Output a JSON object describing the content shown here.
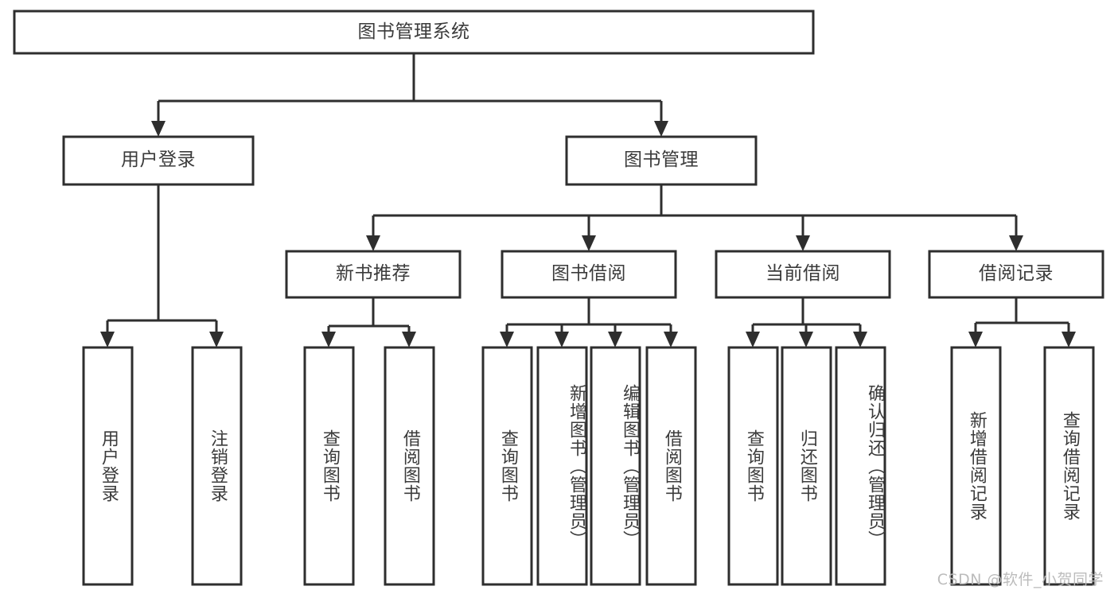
{
  "diagram": {
    "type": "tree",
    "title": "图书管理系统",
    "root": {
      "id": "root",
      "label": "图书管理系统",
      "orientation": "horizontal"
    },
    "level2": [
      {
        "id": "user-login",
        "label": "用户登录",
        "orientation": "horizontal"
      },
      {
        "id": "book-manage",
        "label": "图书管理",
        "orientation": "horizontal"
      }
    ],
    "level3": [
      {
        "id": "new-book-recommend",
        "label": "新书推荐",
        "orientation": "horizontal"
      },
      {
        "id": "book-borrow",
        "label": "图书借阅",
        "orientation": "horizontal"
      },
      {
        "id": "current-borrow",
        "label": "当前借阅",
        "orientation": "horizontal"
      },
      {
        "id": "borrow-record",
        "label": "借阅记录",
        "orientation": "horizontal"
      }
    ],
    "leaves": [
      {
        "id": "leaf-user-login",
        "label": "用户登录",
        "parent": "user-login",
        "orientation": "vertical"
      },
      {
        "id": "leaf-user-logout",
        "label": "注销登录",
        "parent": "user-login",
        "orientation": "vertical"
      },
      {
        "id": "leaf-query-book-1",
        "label": "查询图书",
        "parent": "new-book-recommend",
        "orientation": "vertical"
      },
      {
        "id": "leaf-borrow-book-1",
        "label": "借阅图书",
        "parent": "new-book-recommend",
        "orientation": "vertical"
      },
      {
        "id": "leaf-query-book-2",
        "label": "查询图书",
        "parent": "book-borrow",
        "orientation": "vertical"
      },
      {
        "id": "leaf-add-book",
        "label": "新增图书（管理员）",
        "parent": "book-borrow",
        "orientation": "vertical"
      },
      {
        "id": "leaf-edit-book",
        "label": "编辑图书（管理员）",
        "parent": "book-borrow",
        "orientation": "vertical"
      },
      {
        "id": "leaf-borrow-book-2",
        "label": "借阅图书",
        "parent": "book-borrow",
        "orientation": "vertical"
      },
      {
        "id": "leaf-query-book-3",
        "label": "查询图书",
        "parent": "current-borrow",
        "orientation": "vertical"
      },
      {
        "id": "leaf-return-book",
        "label": "归还图书",
        "parent": "current-borrow",
        "orientation": "vertical"
      },
      {
        "id": "leaf-confirm-return",
        "label": "确认归还（管理员）",
        "parent": "current-borrow",
        "orientation": "vertical"
      },
      {
        "id": "leaf-add-record",
        "label": "新增借阅记录",
        "parent": "borrow-record",
        "orientation": "vertical"
      },
      {
        "id": "leaf-query-record",
        "label": "查询借阅记录",
        "parent": "borrow-record",
        "orientation": "vertical"
      }
    ],
    "colors": {
      "stroke": "#2e2e2e",
      "fill": "#ffffff",
      "text": "#3b3b3b",
      "watermark": "#b9b9b9",
      "background": "#ffffff"
    }
  },
  "watermark": {
    "text": "CSDN @软件_小贺同学"
  }
}
